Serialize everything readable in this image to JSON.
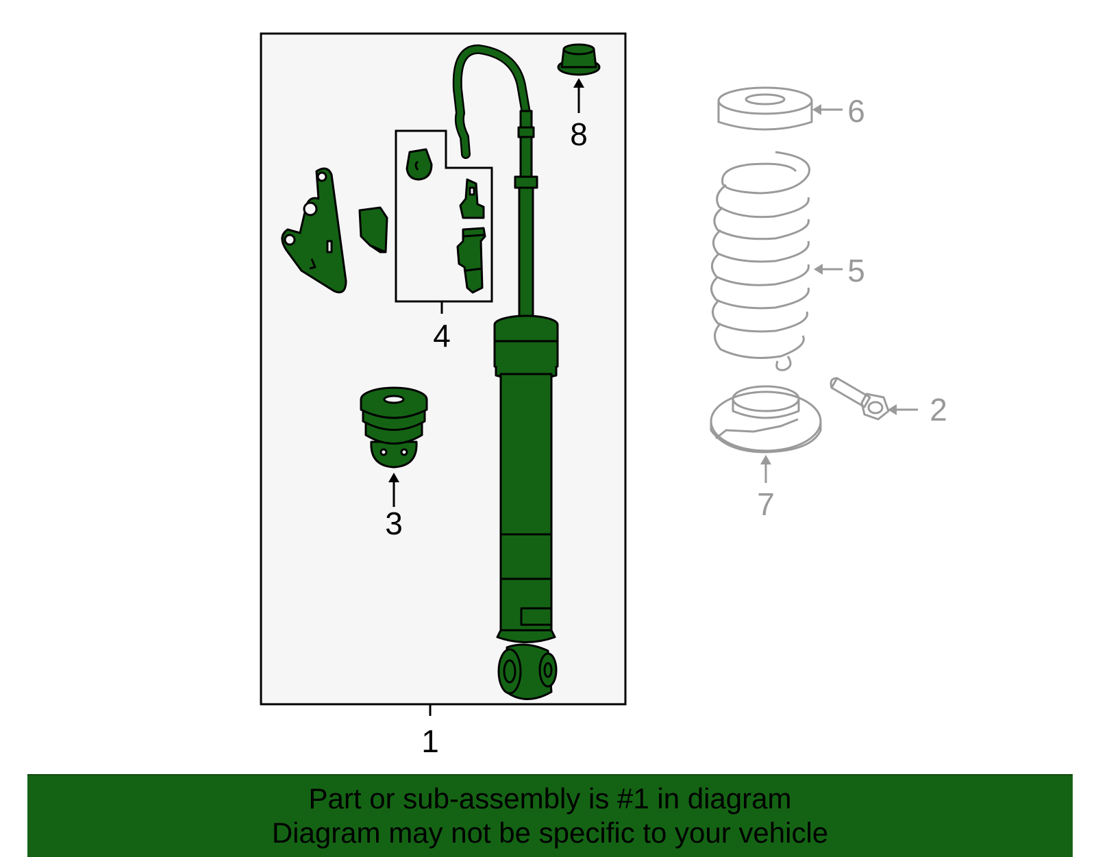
{
  "colors": {
    "part_green": "#146314",
    "outline": "#000000",
    "box_fill": "#f6f6f6",
    "grey_part": "#9a9a9a",
    "banner": "#146314"
  },
  "callouts": [
    {
      "id": "1",
      "label": "1"
    },
    {
      "id": "2",
      "label": "2"
    },
    {
      "id": "3",
      "label": "3"
    },
    {
      "id": "4",
      "label": "4"
    },
    {
      "id": "5",
      "label": "5"
    },
    {
      "id": "6",
      "label": "6"
    },
    {
      "id": "7",
      "label": "7"
    },
    {
      "id": "8",
      "label": "8"
    }
  ],
  "banner": {
    "line1": "Part or sub-assembly is #1 in diagram",
    "line2": "Diagram may not be specific to your vehicle"
  }
}
